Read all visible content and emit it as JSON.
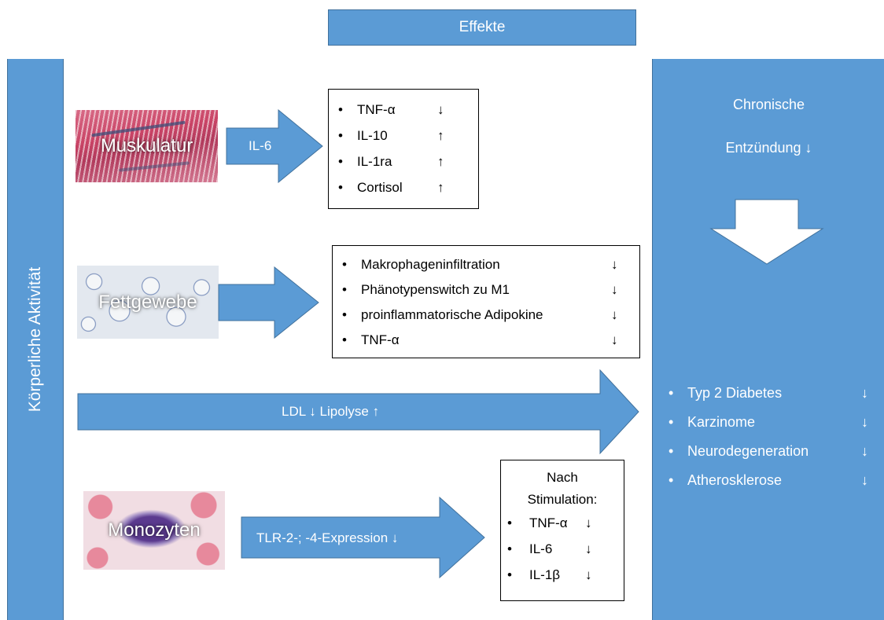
{
  "header": {
    "title": "Effekte"
  },
  "left_bar": {
    "label": "Körperliche Aktivität"
  },
  "tiles": {
    "muskulatur": "Muskulatur",
    "fettgewebe": "Fettgewebe",
    "monozyten": "Monozyten"
  },
  "arrows": {
    "muskel_label": "IL-6",
    "lipid_label": "LDL ↓ Lipolyse ↑",
    "mono_label": "TLR-2-; -4-Expression ↓"
  },
  "box_muskel": {
    "items": [
      {
        "text": "TNF-α",
        "arrow": "↓"
      },
      {
        "text": "IL-10",
        "arrow": "↑"
      },
      {
        "text": "IL-1ra",
        "arrow": "↑"
      },
      {
        "text": "Cortisol",
        "arrow": "↑"
      }
    ]
  },
  "box_fett": {
    "items": [
      {
        "text": "Makrophageninfiltration",
        "arrow": "↓"
      },
      {
        "text": "Phänotypenswitch zu M1",
        "arrow": "↓"
      },
      {
        "text": "proinflammatorische Adipokine",
        "arrow": "↓"
      },
      {
        "text": "TNF-α",
        "arrow": "↓"
      }
    ]
  },
  "box_mono": {
    "heading_line1": "Nach",
    "heading_line2": "Stimulation:",
    "items": [
      {
        "text": "TNF-α",
        "arrow": "↓"
      },
      {
        "text": "IL-6",
        "arrow": "↓"
      },
      {
        "text": "IL-1β",
        "arrow": "↓"
      }
    ]
  },
  "right_panel": {
    "line1": "Chronische",
    "line2": "Entzündung ↓",
    "outcomes": [
      {
        "text": "Typ 2 Diabetes",
        "arrow": "↓"
      },
      {
        "text": "Karzinome",
        "arrow": "↓"
      },
      {
        "text": "Neurodegeneration",
        "arrow": "↓"
      },
      {
        "text": "Atherosklerose",
        "arrow": "↓"
      }
    ]
  },
  "colors": {
    "fill": "#5b9bd5",
    "outline": "#41719c"
  }
}
